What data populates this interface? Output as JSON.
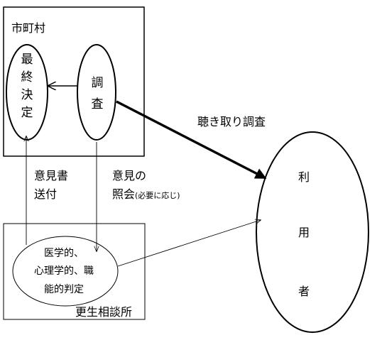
{
  "municipality": {
    "label": "市町村",
    "final_decision": [
      "最",
      "終",
      "決",
      "定"
    ],
    "investigation": [
      "調",
      "査"
    ]
  },
  "rehab_office": {
    "label": "更生相談所",
    "judgement_line1": "医学的、",
    "judgement_line2": "心理学的、職",
    "judgement_line3": "能的判定"
  },
  "user": {
    "chars": [
      "利",
      "用",
      "者"
    ]
  },
  "arrows": {
    "hearing_investigation": "聴き取り調査",
    "opinion_send_line1": "意見書",
    "opinion_send_line2": "送付",
    "opinion_request_line1": "意見の",
    "opinion_request_line2": "照会",
    "opinion_request_note": "(必要に応じ)"
  },
  "colors": {
    "stroke": "#000000",
    "background": "#ffffff"
  }
}
